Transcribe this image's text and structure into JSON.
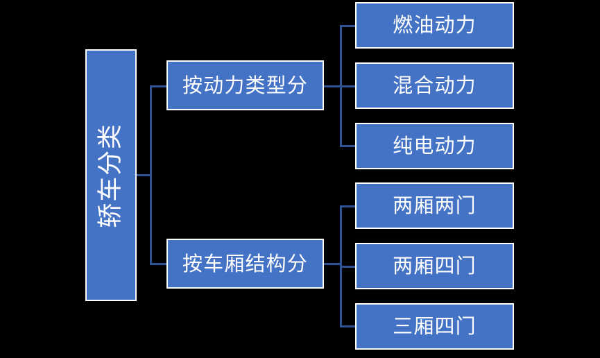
{
  "diagram": {
    "title": "轿车分类",
    "type": "hierarchy-tree",
    "colors": {
      "node_fill": "#4472C4",
      "node_border": "#FFFFFF",
      "node_text": "#FFFFFF",
      "connector": "#2E5397",
      "background": "#000000"
    },
    "root": {
      "label": "轿车分类",
      "orientation": "vertical-rotated"
    },
    "branches": [
      {
        "label": "按动力类型分",
        "leaves": [
          {
            "label": "燃油动力"
          },
          {
            "label": "混合动力"
          },
          {
            "label": "纯电动力"
          }
        ]
      },
      {
        "label": "按车厢结构分",
        "leaves": [
          {
            "label": "两厢两门"
          },
          {
            "label": "两厢四门"
          },
          {
            "label": "三厢四门"
          }
        ]
      }
    ]
  }
}
